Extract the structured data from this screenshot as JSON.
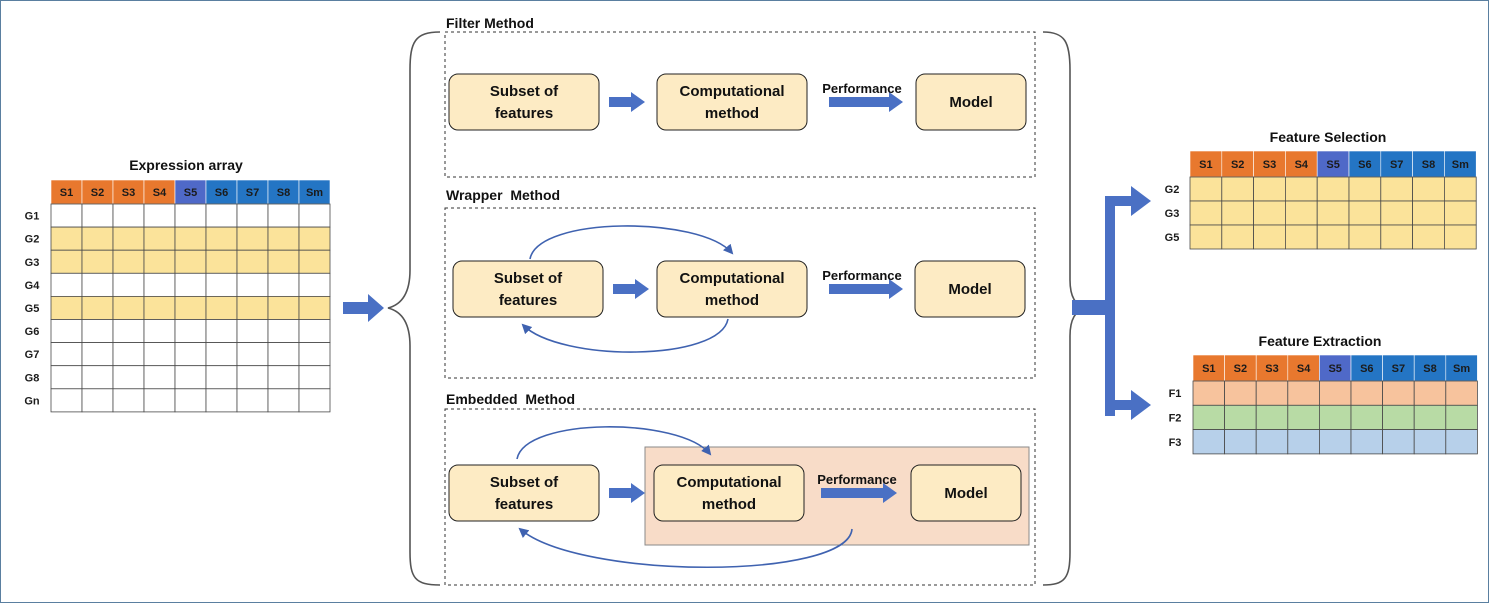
{
  "expression_array": {
    "title": "Expression array",
    "columns": [
      "S1",
      "S2",
      "S3",
      "S4",
      "S5",
      "S6",
      "S7",
      "S8",
      "Sm"
    ],
    "rows": [
      "G1",
      "G2",
      "G3",
      "G4",
      "G5",
      "G6",
      "G7",
      "G8",
      "Gn"
    ],
    "highlighted_rows": [
      "G2",
      "G3",
      "G5"
    ]
  },
  "methods": [
    {
      "title": "Filter Method",
      "subset_label": [
        "Subset of",
        "features"
      ],
      "computational_label": [
        "Computational",
        "method"
      ],
      "performance_label": "Performance",
      "model_label": "Model"
    },
    {
      "title": "Wrapper  Method",
      "subset_label": [
        "Subset of",
        "features"
      ],
      "computational_label": [
        "Computational",
        "method"
      ],
      "performance_label": "Performance",
      "model_label": "Model"
    },
    {
      "title": "Embedded  Method",
      "subset_label": [
        "Subset of",
        "features"
      ],
      "computational_label": [
        "Computational",
        "method"
      ],
      "performance_label": "Performance",
      "model_label": "Model"
    }
  ],
  "feature_selection": {
    "title": "Feature Selection",
    "columns": [
      "S1",
      "S2",
      "S3",
      "S4",
      "S5",
      "S6",
      "S7",
      "S8",
      "Sm"
    ],
    "rows": [
      "G2",
      "G3",
      "G5"
    ]
  },
  "feature_extraction": {
    "title": "Feature Extraction",
    "columns": [
      "S1",
      "S2",
      "S3",
      "S4",
      "S5",
      "S6",
      "S7",
      "S8",
      "Sm"
    ],
    "rows": [
      "F1",
      "F2",
      "F3"
    ]
  },
  "colors": {
    "header_orange": "#e8782e",
    "header_violet": "#4f69c8",
    "header_blue": "#2475c4",
    "row_yellow": "#fbe39a",
    "row_orange": "#f7c39d",
    "row_green": "#b8dba5",
    "row_blue": "#b7d0ea",
    "box_fill": "#fdebc4",
    "embedded_fill": "#f8dcc8",
    "arrow": "#4a70c4",
    "grid": "#4a4a4a",
    "frame": "#5a7fa0"
  }
}
